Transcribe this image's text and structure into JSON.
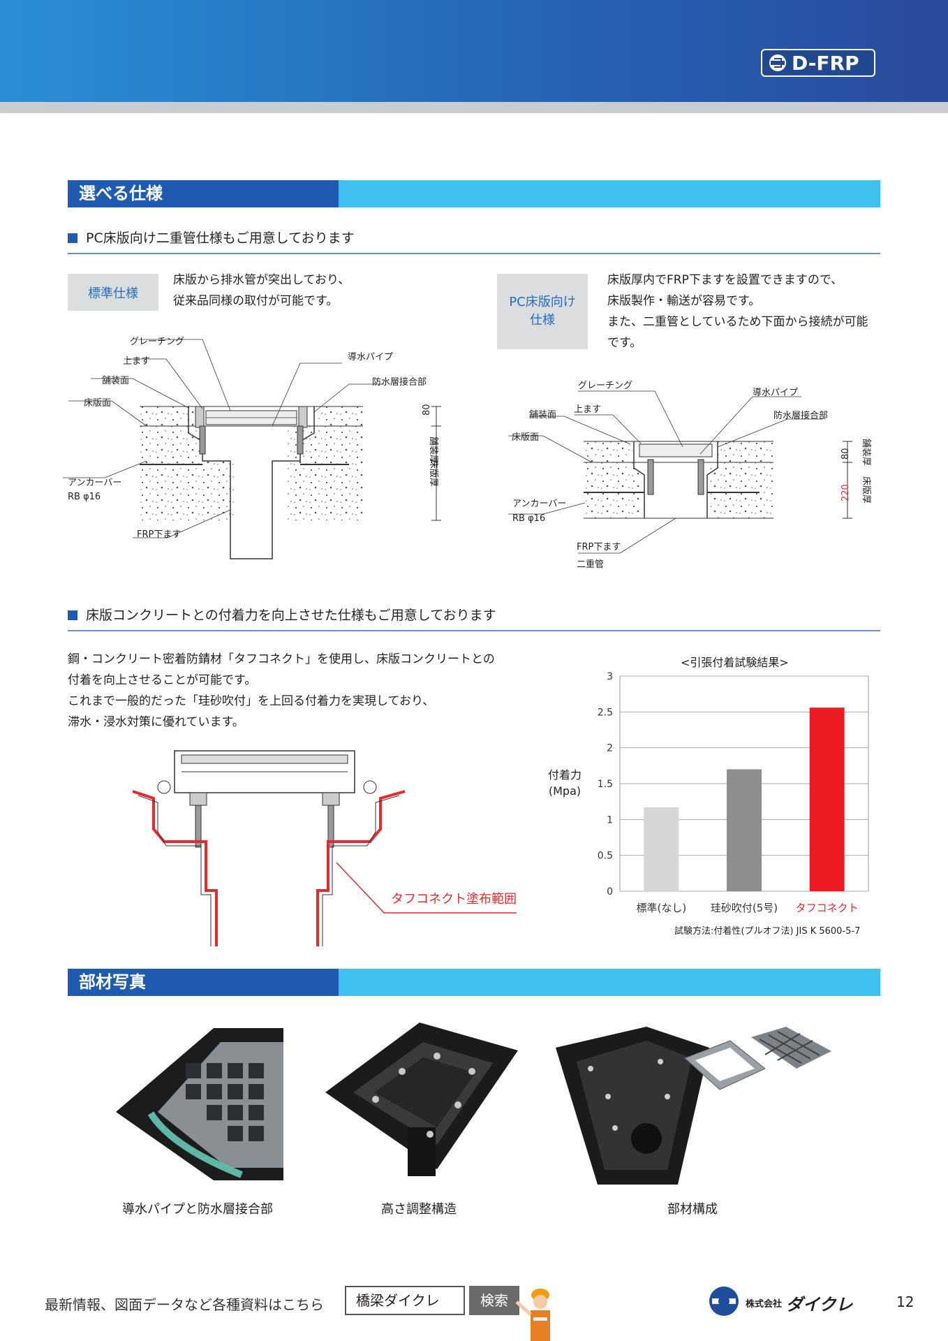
{
  "header": {
    "brand": "D-FRP",
    "colors": {
      "primary": "#1f5bb0",
      "accent": "#3fc1f0",
      "highlight": "#e52a2e"
    }
  },
  "section1": {
    "title": "選べる仕様",
    "subhead": "PC床版向け二重管仕様もご用意しております",
    "standard": {
      "tag": "標準仕様",
      "text": [
        "床版から排水管が突出しており、",
        "従来品同様の取付が可能です。"
      ],
      "labels": {
        "grating": "グレーチング",
        "upper": "上ます",
        "pavement": "舗装面",
        "slab": "床版面",
        "drain": "導水パイプ",
        "joint": "防水層接合部",
        "anchor": "アンカーバー",
        "rb": "RB φ16",
        "frp": "FRP下ます",
        "dim80": "80",
        "pave_thick": "舗装厚",
        "slab_thick": "床版厚"
      }
    },
    "pc": {
      "tag": [
        "PC床版向け",
        "仕様"
      ],
      "text": [
        "床版厚内でFRP下ますを設置できますので、",
        "床版製作・輸送が容易です。",
        "また、二重管としているため下面から接続が可能",
        "です。"
      ],
      "labels": {
        "grating": "グレーチング",
        "upper": "上ます",
        "pavement": "舗装面",
        "slab": "床版面",
        "drain": "導水パイプ",
        "joint": "防水層接合部",
        "anchor": "アンカーバー",
        "rb": "RB φ16",
        "frp": "FRP下ます",
        "double": "二重管",
        "dim80": "80",
        "dim220": "220",
        "pave_thick": "舗装厚",
        "slab_thick": "床版厚"
      }
    }
  },
  "section2": {
    "subhead": "床版コンクリートとの付着力を向上させた仕様もご用意しております",
    "text": [
      "鋼・コンクリート密着防錆材「タフコネクト」を使用し、床版コンクリートとの",
      "付着を向上させることが可能です。",
      "これまで一般的だった「珪砂吹付」を上回る付着力を実現しており、",
      "滞水・浸水対策に優れています。"
    ],
    "coating_label": "タフコネクト塗布範囲"
  },
  "chart_data": {
    "type": "bar",
    "title": "<引張付着試験結果>",
    "ylabel": "付着力\n(Mpa)",
    "categories": [
      "標準(なし)",
      "珪砂吹付(5号)",
      "タフコネクト"
    ],
    "values": [
      1.17,
      1.7,
      2.56
    ],
    "colors": [
      "#d6d6d6",
      "#8e8e8e",
      "#ed1c24"
    ],
    "ylim": [
      0,
      3
    ],
    "yticks": [
      "0",
      "0.5",
      "1",
      "1.5",
      "2",
      "2.5",
      "3"
    ],
    "grid": true,
    "note": "試験方法:付着性(プルオフ法) JIS K 5600-5-7"
  },
  "section3": {
    "title": "部材写真",
    "captions": [
      "導水パイプと防水層接合部",
      "高さ調整構造",
      "部材構成"
    ]
  },
  "footer": {
    "text": "最新情報、図面データなど各種資料はこちら",
    "search_value": "橋梁ダイクレ",
    "search_button": "検索",
    "company": "株式会社",
    "company_logo": "ダイクレ",
    "page": "12"
  }
}
